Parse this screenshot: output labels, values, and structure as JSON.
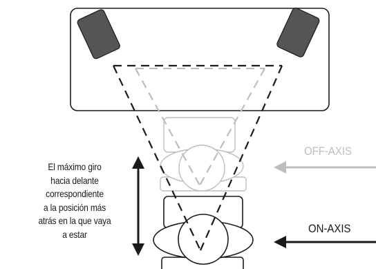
{
  "caption": {
    "lines": [
      "El máximo giro",
      "hacia delante",
      "correspondiente",
      "a la posición más",
      "atrás en la que vaya",
      "a estar"
    ]
  },
  "labels": {
    "off_axis": "OFF-AXIS",
    "on_axis": "ON-AXIS"
  },
  "colors": {
    "on_axis": "#1a1a1a",
    "off_axis": "#bdbdbd",
    "speaker_fill": "#555555"
  }
}
